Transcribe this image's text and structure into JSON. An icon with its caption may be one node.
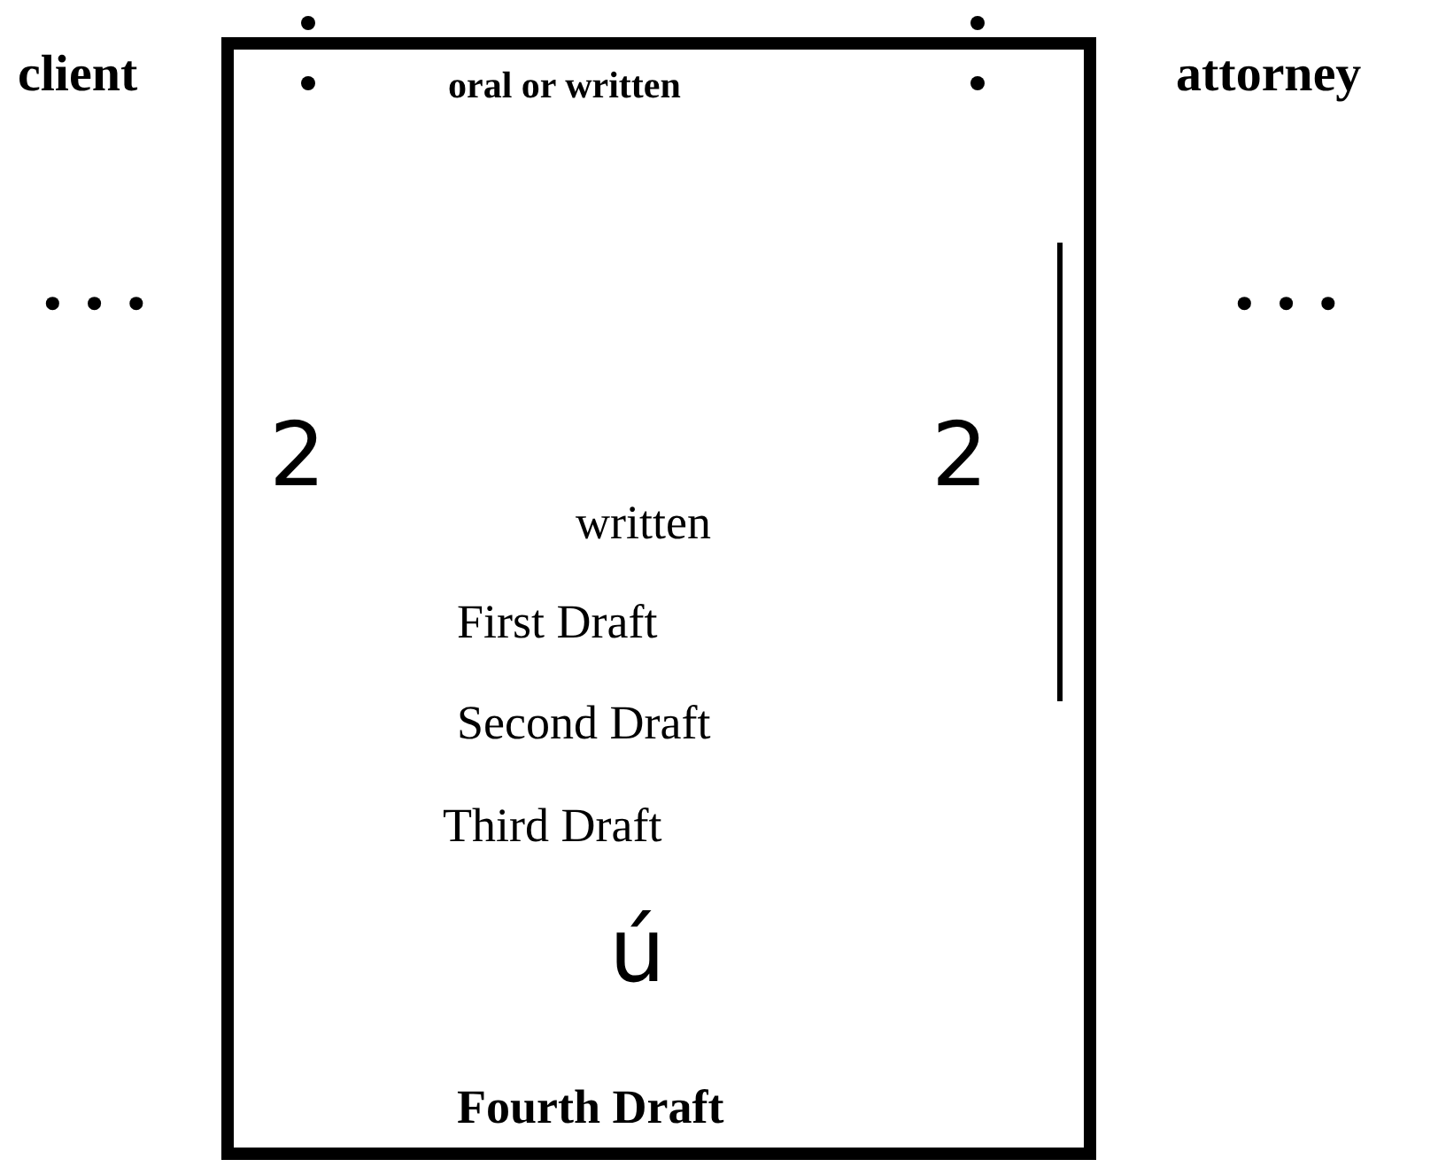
{
  "diagram": {
    "nodes": [
      {
        "text": [
          "oral or written",
          "2",
          "2",
          "written",
          "First Draft",
          "Second Draft",
          "Third Draft",
          "ú",
          "Fourth Draft"
        ]
      }
    ],
    "labels": [
      "client",
      "attorney",
      "• • •",
      "• • •"
    ]
  }
}
